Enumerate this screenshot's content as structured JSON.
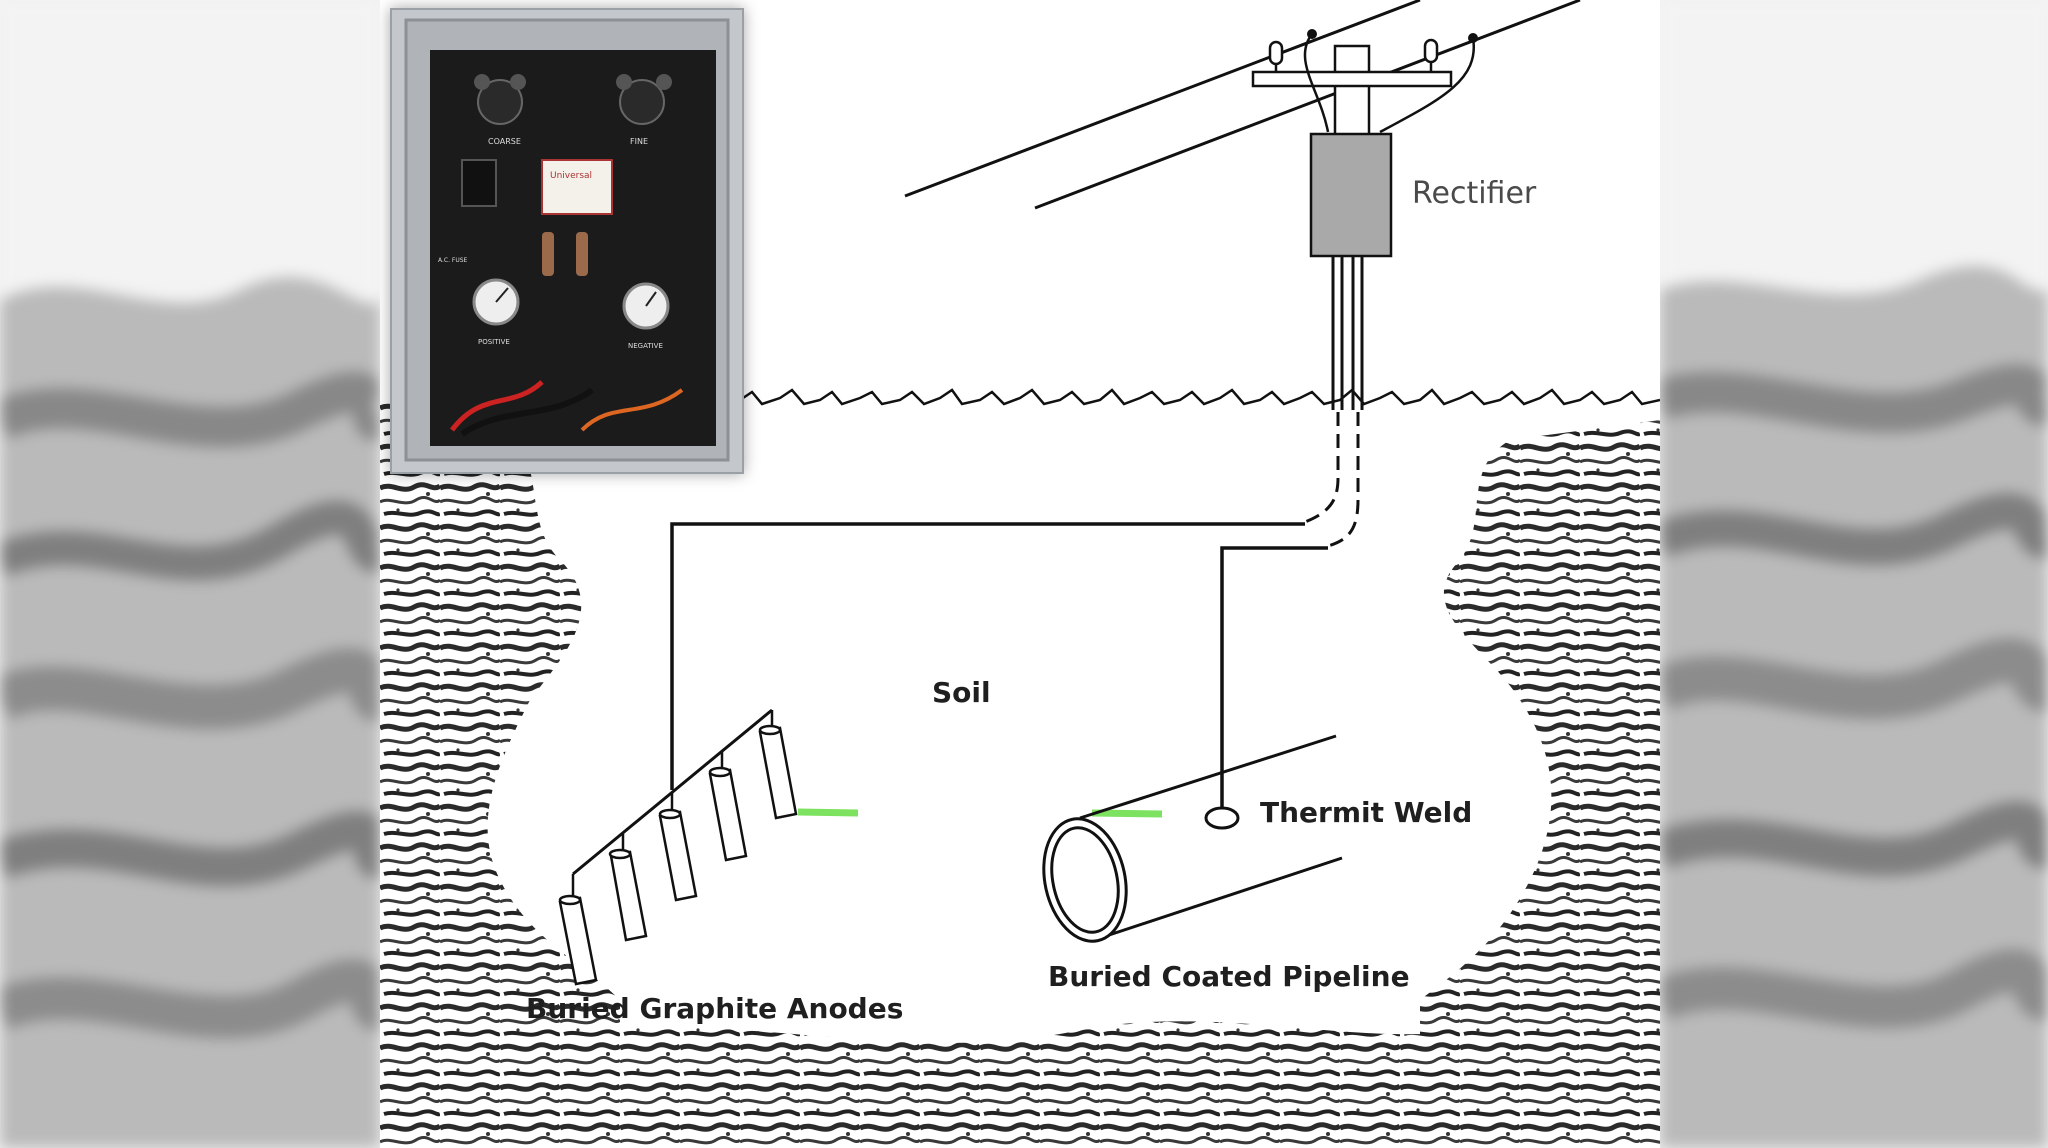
{
  "diagram": {
    "labels": {
      "rectifier": "Rectifier",
      "soil": "Soil",
      "thermit_weld": "Thermit Weld",
      "anodes": "Buried Graphite Anodes",
      "pipeline": "Buried Coated Pipeline"
    },
    "photo_panel_text": {
      "coarse": "COARSE",
      "fine": "FINE",
      "positive": "POSITIVE",
      "negative": "NEGATIVE",
      "ac_fuse": "A.C. FUSE",
      "nameplate": "Universal"
    },
    "anode_count": 5,
    "colors": {
      "line": "#111111",
      "highlight": "#66dd44",
      "rectifier_box": "#a9a9a9",
      "cabinet": "#1b1b1b"
    }
  }
}
